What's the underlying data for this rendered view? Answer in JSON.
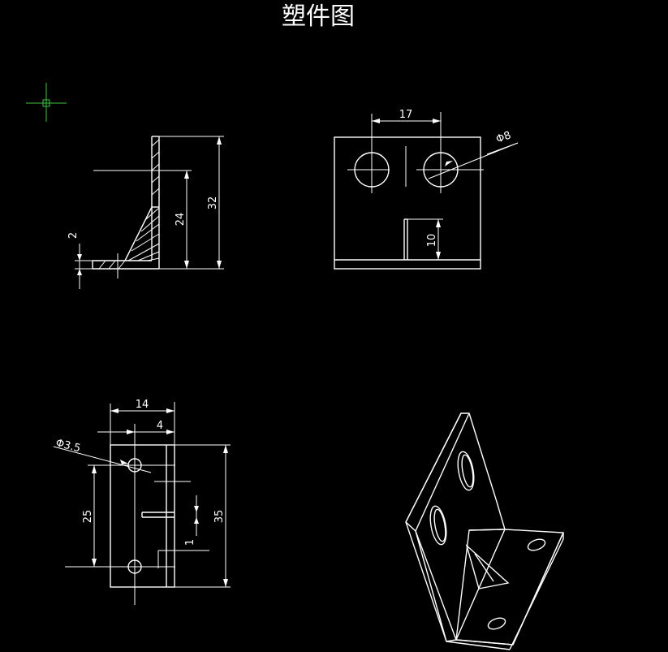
{
  "title": "塑件图",
  "views": {
    "side": {
      "height": "32",
      "inner_height": "24",
      "thickness": "2"
    },
    "front": {
      "hole_spacing": "17",
      "hole_diameter": "Φ8",
      "rib_height": "10"
    },
    "top": {
      "width": "14",
      "offset": "4",
      "hole_diameter": "Φ3.5",
      "hole_spacing": "25",
      "length": "35",
      "rib_thickness": "1"
    }
  },
  "colors": {
    "background": "#000000",
    "line": "#ffffff",
    "cursor": "#3ec43e"
  }
}
